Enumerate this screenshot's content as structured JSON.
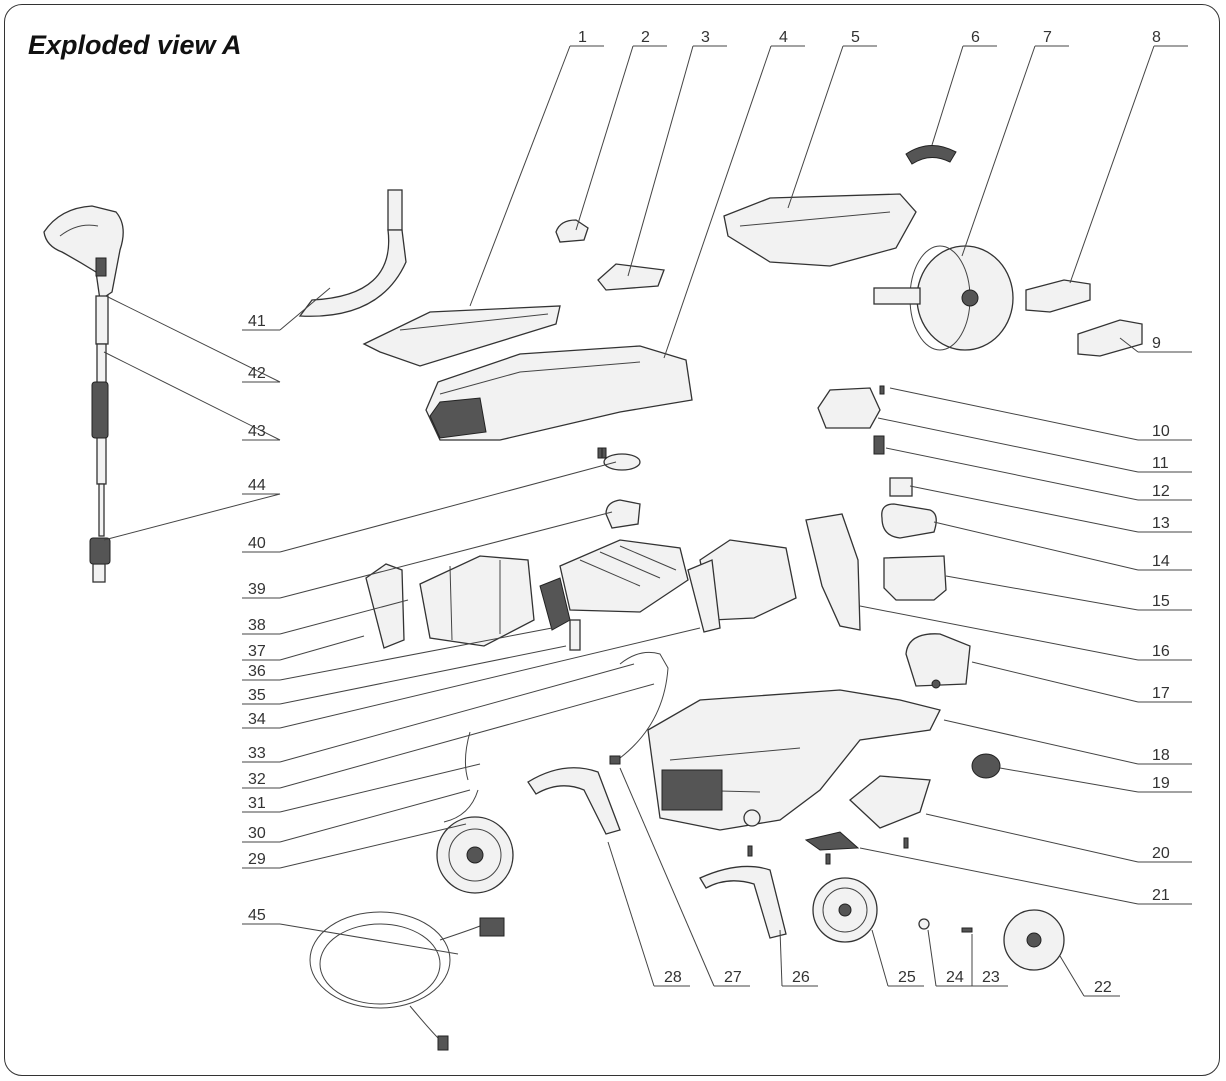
{
  "title": "Exploded view A",
  "callouts": [
    {
      "n": "1"
    },
    {
      "n": "2"
    },
    {
      "n": "3"
    },
    {
      "n": "4"
    },
    {
      "n": "5"
    },
    {
      "n": "6"
    },
    {
      "n": "7"
    },
    {
      "n": "8"
    },
    {
      "n": "9"
    },
    {
      "n": "10"
    },
    {
      "n": "11"
    },
    {
      "n": "12"
    },
    {
      "n": "13"
    },
    {
      "n": "14"
    },
    {
      "n": "15"
    },
    {
      "n": "16"
    },
    {
      "n": "17"
    },
    {
      "n": "18"
    },
    {
      "n": "19"
    },
    {
      "n": "20"
    },
    {
      "n": "21"
    },
    {
      "n": "22"
    },
    {
      "n": "23"
    },
    {
      "n": "24"
    },
    {
      "n": "25"
    },
    {
      "n": "26"
    },
    {
      "n": "27"
    },
    {
      "n": "28"
    },
    {
      "n": "29"
    },
    {
      "n": "30"
    },
    {
      "n": "31"
    },
    {
      "n": "32"
    },
    {
      "n": "33"
    },
    {
      "n": "34"
    },
    {
      "n": "35"
    },
    {
      "n": "36"
    },
    {
      "n": "37"
    },
    {
      "n": "38"
    },
    {
      "n": "39"
    },
    {
      "n": "40"
    },
    {
      "n": "41"
    },
    {
      "n": "42"
    },
    {
      "n": "43"
    },
    {
      "n": "44"
    },
    {
      "n": "45"
    }
  ]
}
